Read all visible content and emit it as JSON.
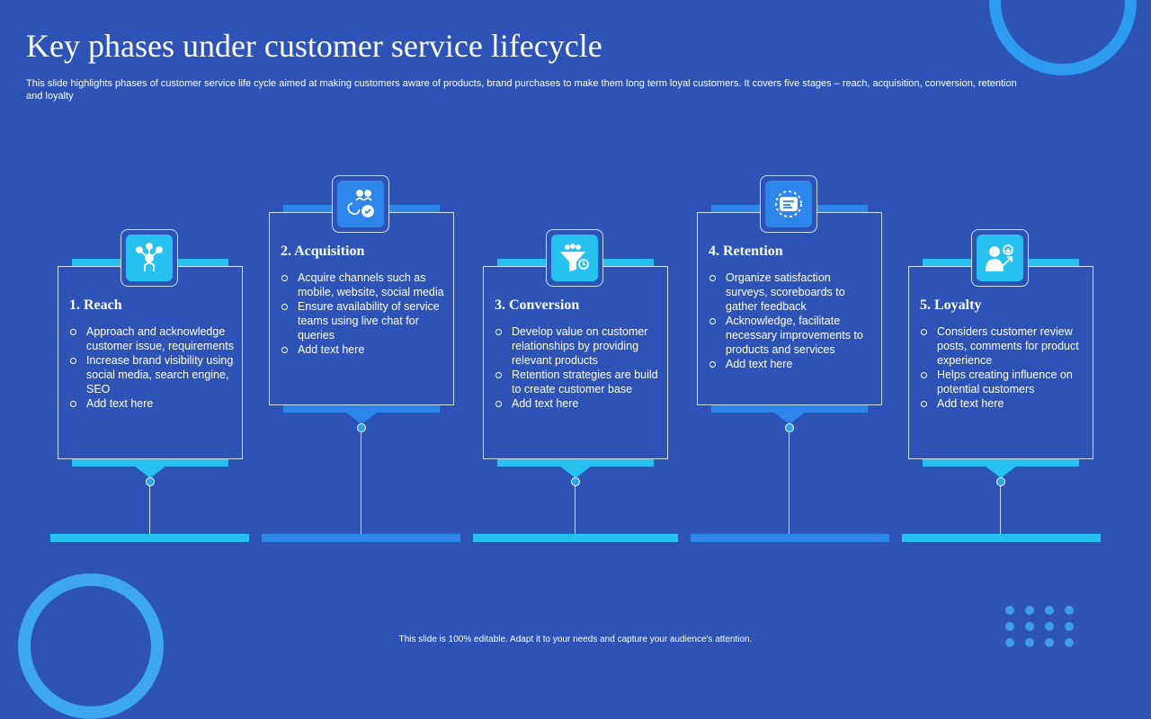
{
  "title": "Key phases under customer service lifecycle",
  "subtitle": "This slide highlights phases of customer service life cycle aimed at making customers aware of products, brand purchases to make them long term loyal customers. It covers five stages – reach, acquisition, conversion, retention and loyalty",
  "colors": {
    "background": "#2c53b5",
    "accent_cyan": "#27c1f0",
    "accent_blue": "#2f86ea"
  },
  "phases": [
    {
      "heading": "1. Reach",
      "icon": "people-network-icon",
      "bullets": [
        "Approach and acknowledge customer issue, requirements",
        "Increase brand visibility using social media, search engine, SEO",
        "Add text here"
      ]
    },
    {
      "heading": "2. Acquisition",
      "icon": "magnet-acquisition-icon",
      "bullets": [
        "Acquire channels such as mobile, website, social media",
        "Ensure availability of service teams using live chat for queries",
        "Add text here"
      ]
    },
    {
      "heading": "3. Conversion",
      "icon": "funnel-conversion-icon",
      "bullets": [
        "Develop value on customer relationships by providing relevant products",
        "Retention strategies are build to create customer base",
        "Add text here"
      ]
    },
    {
      "heading": "4. Retention",
      "icon": "survey-scoreboard-icon",
      "bullets": [
        "Organize satisfaction surveys, scoreboards to gather feedback",
        "Acknowledge, facilitate necessary improvements to products and services",
        "Add text here"
      ]
    },
    {
      "heading": "5. Loyalty",
      "icon": "loyal-customer-icon",
      "bullets": [
        "Considers customer review posts, comments for product experience",
        "Helps creating influence on potential customers",
        "Add text here"
      ]
    }
  ],
  "footer": "This slide is 100% editable. Adapt it to your needs and capture your audience's attention."
}
